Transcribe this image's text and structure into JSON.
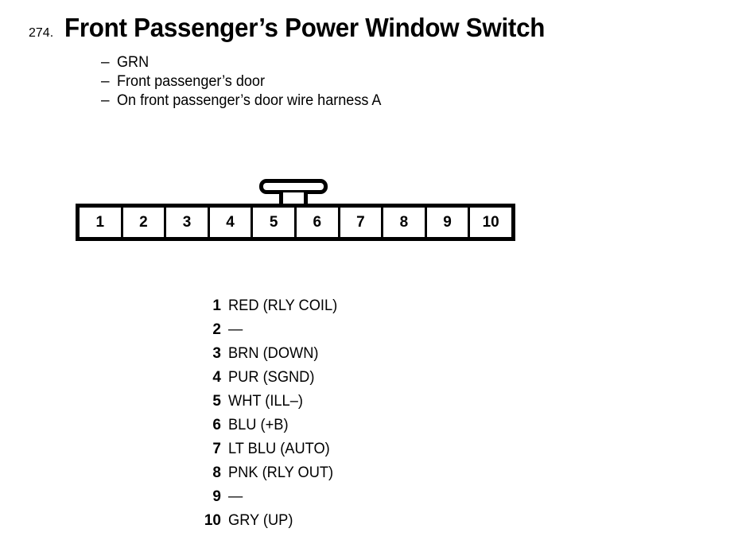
{
  "title": {
    "number": "274.",
    "text": "Front Passenger’s Power Window Switch"
  },
  "notes": {
    "dash": "–",
    "lines": [
      "GRN",
      "Front passenger’s door",
      "On front passenger’s door wire harness A"
    ]
  },
  "connector": {
    "cavities": [
      "1",
      "2",
      "3",
      "4",
      "5",
      "6",
      "7",
      "8",
      "9",
      "10"
    ],
    "tab_name": "locking-tab"
  },
  "pins": [
    {
      "num": "1",
      "label": "RED (RLY COIL)"
    },
    {
      "num": "2",
      "label": "—"
    },
    {
      "num": "3",
      "label": "BRN (DOWN)"
    },
    {
      "num": "4",
      "label": "PUR (SGND)"
    },
    {
      "num": "5",
      "label": "WHT (ILL–)"
    },
    {
      "num": "6",
      "label": "BLU (+B)"
    },
    {
      "num": "7",
      "label": "LT BLU (AUTO)"
    },
    {
      "num": "8",
      "label": "PNK (RLY OUT)"
    },
    {
      "num": "9",
      "label": "—"
    },
    {
      "num": "10",
      "label": "GRY (UP)"
    }
  ],
  "colors": {
    "ink": "#000000",
    "paper": "#ffffff"
  }
}
